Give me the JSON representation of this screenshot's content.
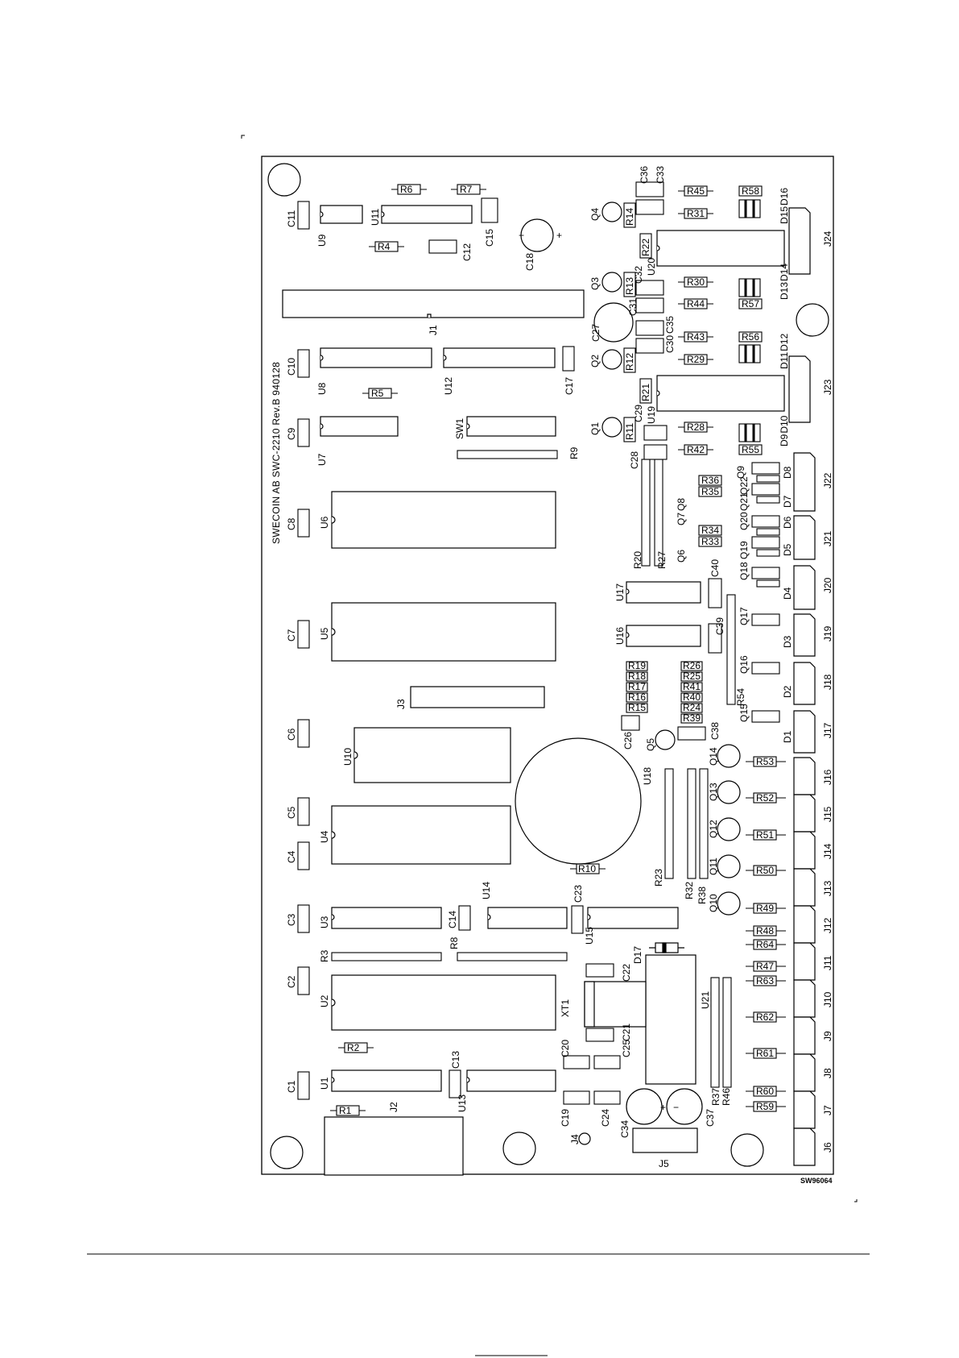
{
  "board": {
    "title": "SWECOIN AB  SWC-2210 Rev.B  940128",
    "drawing_ref": "SW96064"
  },
  "labels": {
    "R6": "R6",
    "R7": "R7",
    "R4": "R4",
    "R5": "R5",
    "R1": "R1",
    "R2": "R2",
    "R3": "R3",
    "R8": "R8",
    "R9": "R9",
    "R10": "R10",
    "R11": "R11",
    "R12": "R12",
    "R13": "R13",
    "R14": "R14",
    "R15": "R15",
    "R16": "R16",
    "R17": "R17",
    "R18": "R18",
    "R19": "R19",
    "R20": "R20",
    "R21": "R21",
    "R22": "R22",
    "R23": "R23",
    "R24": "R24",
    "R25": "R25",
    "R26": "R26",
    "R27": "R27",
    "R28": "R28",
    "R29": "R29",
    "R30": "R30",
    "R31": "R31",
    "R32": "R32",
    "R33": "R33",
    "R34": "R34",
    "R35": "R35",
    "R36": "R36",
    "R37": "R37",
    "R38": "R38",
    "R39": "R39",
    "R40": "R40",
    "R41": "R41",
    "R42": "R42",
    "R43": "R43",
    "R44": "R44",
    "R45": "R45",
    "R46": "R46",
    "R47": "R47",
    "R48": "R48",
    "R49": "R49",
    "R50": "R50",
    "R51": "R51",
    "R52": "R52",
    "R53": "R53",
    "R54": "R54",
    "R55": "R55",
    "R56": "R56",
    "R57": "R57",
    "R58": "R58",
    "R59": "R59",
    "R60": "R60",
    "R61": "R61",
    "R62": "R62",
    "R63": "R63",
    "R64": "R64",
    "C1": "C1",
    "C2": "C2",
    "C3": "C3",
    "C4": "C4",
    "C5": "C5",
    "C6": "C6",
    "C7": "C7",
    "C8": "C8",
    "C9": "C9",
    "C10": "C10",
    "C11": "C11",
    "C12": "C12",
    "C13": "C13",
    "C14": "C14",
    "C15": "C15",
    "C17": "C17",
    "C18": "C18",
    "C19": "C19",
    "C20": "C20",
    "C21": "C21",
    "C22": "C22",
    "C23": "C23",
    "C24": "C24",
    "C25": "C25",
    "C26": "C26",
    "C27": "C27",
    "C28": "C28",
    "C29": "C29",
    "C30": "C30",
    "C31": "C31",
    "C32": "C32",
    "C33": "C33",
    "C34": "C34",
    "C35": "C35",
    "C36": "C36",
    "C37": "C37",
    "C38": "C38",
    "C39": "C39",
    "C40": "C40",
    "U1": "U1",
    "U2": "U2",
    "U3": "U3",
    "U4": "U4",
    "U5": "U5",
    "U6": "U6",
    "U7": "U7",
    "U8": "U8",
    "U9": "U9",
    "U10": "U10",
    "U11": "U11",
    "U12": "U12",
    "U13": "U13",
    "U14": "U14",
    "U15": "U15",
    "U16": "U16",
    "U17": "U17",
    "U18": "U18",
    "U19": "U19",
    "U20": "U20",
    "U21": "U21",
    "J1": "J1",
    "J2": "J2",
    "J3": "J3",
    "J4": "J4",
    "J5": "J5",
    "J6": "J6",
    "J7": "J7",
    "J8": "J8",
    "J9": "J9",
    "J10": "J10",
    "J11": "J11",
    "J12": "J12",
    "J13": "J13",
    "J14": "J14",
    "J15": "J15",
    "J16": "J16",
    "J17": "J17",
    "J18": "J18",
    "J19": "J19",
    "J20": "J20",
    "J21": "J21",
    "J22": "J22",
    "J23": "J23",
    "J24": "J24",
    "Q1": "Q1",
    "Q2": "Q2",
    "Q3": "Q3",
    "Q4": "Q4",
    "Q5": "Q5",
    "Q6": "Q6",
    "Q7": "Q7",
    "Q8": "Q8",
    "Q9": "Q9",
    "Q10": "Q10",
    "Q11": "Q11",
    "Q12": "Q12",
    "Q13": "Q13",
    "Q14": "Q14",
    "Q15": "Q15",
    "Q16": "Q16",
    "Q17": "Q17",
    "Q18": "Q18",
    "Q19": "Q19",
    "Q20": "Q20",
    "Q21": "Q21",
    "Q22": "Q22",
    "D1": "D1",
    "D2": "D2",
    "D3": "D3",
    "D4": "D4",
    "D5": "D5",
    "D6": "D6",
    "D7": "D7",
    "D8": "D8",
    "D9": "D9",
    "D10": "D10",
    "D11": "D11",
    "D12": "D12",
    "D13": "D13",
    "D14": "D14",
    "D15": "D15",
    "D16": "D16",
    "D17": "D17",
    "SW1": "SW1",
    "XT1": "XT1"
  }
}
